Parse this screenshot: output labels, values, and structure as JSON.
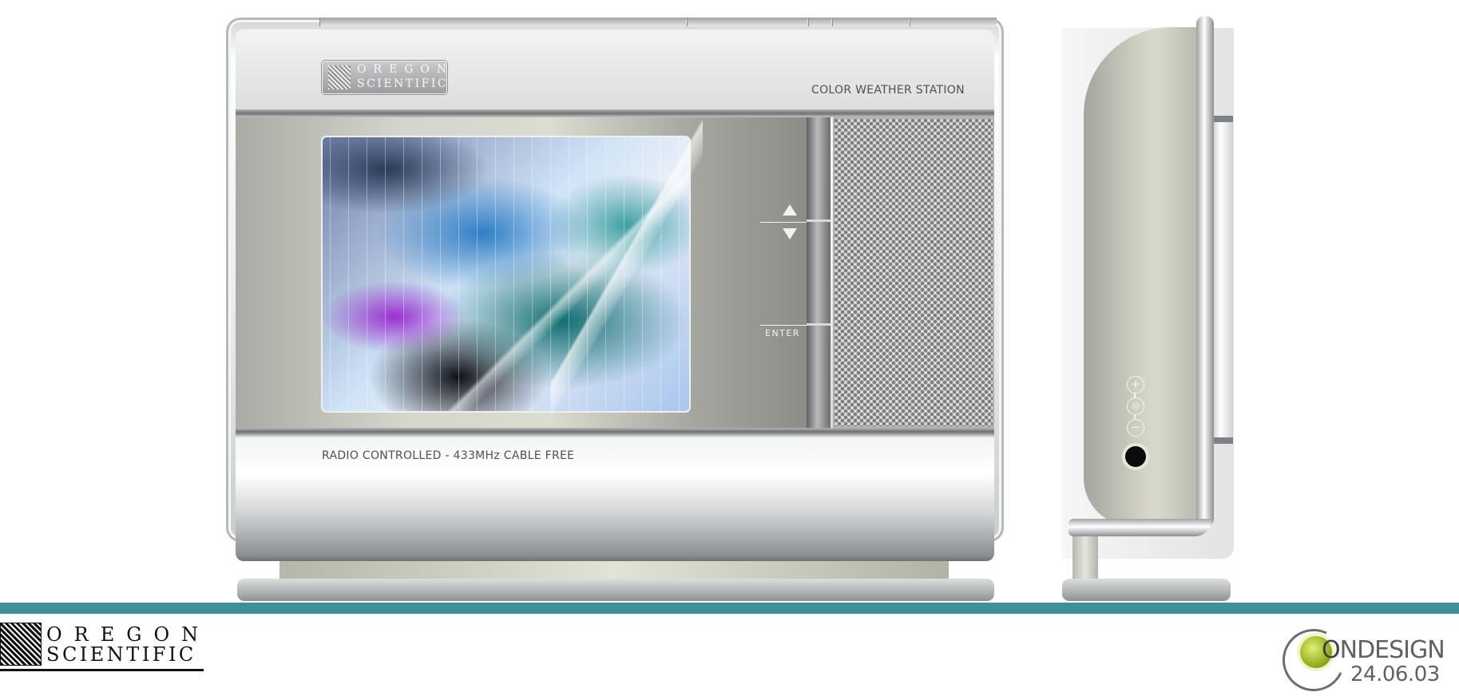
{
  "front_view": {
    "logo_line1": "OREGON",
    "logo_line2": "SCIENTIFIC",
    "product_name": "COLOR WEATHER STATION",
    "tagline": "RADIO CONTROLLED - 433MHz CABLE FREE",
    "enter_label": "ENTER",
    "up_arrow_icon": "triangle-up",
    "down_arrow_icon": "triangle-down"
  },
  "side_view": {
    "plus_symbol": "+",
    "minus_symbol": "−",
    "adjust_icon": "dial-icon",
    "jack_icon": "dc-jack-icon"
  },
  "footer": {
    "brand_line1": "OREGON",
    "brand_line2": "SCIENTIFIC",
    "designer_o": "O",
    "designer_name": "NDESIGN",
    "date": "24.06.03"
  },
  "colors": {
    "accent_bar": "#3f8f99",
    "designer_green": "#9db523",
    "body_silver": "#d4d6d8"
  }
}
